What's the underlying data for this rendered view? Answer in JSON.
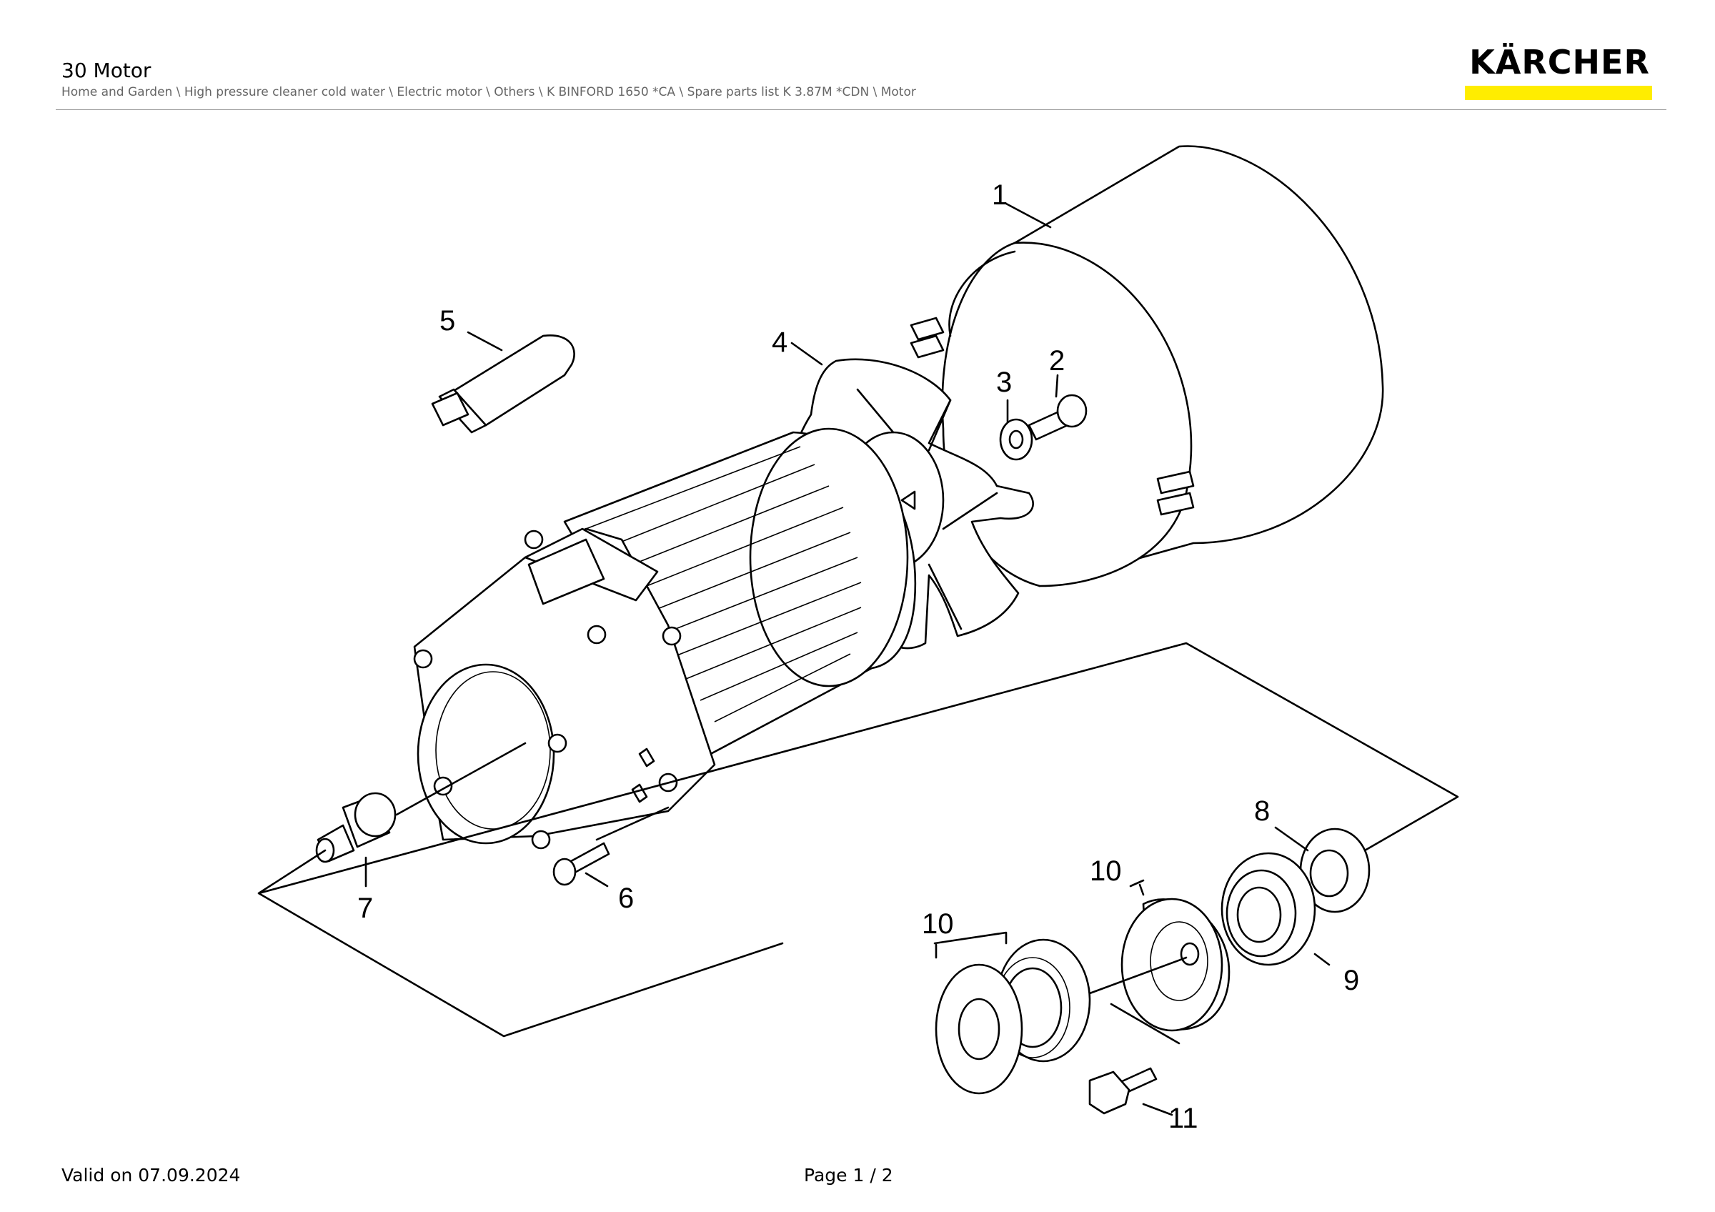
{
  "header": {
    "title": "30 Motor",
    "breadcrumb": "Home and Garden \\ High pressure cleaner cold water \\ Electric motor \\ Others \\ K BINFORD 1650 *CA \\ Spare parts list K 3.87M *CDN \\ Motor"
  },
  "brand": {
    "logo_text": "KÄRCHER",
    "accent": "#ffed00"
  },
  "diagram": {
    "callouts": [
      "1",
      "2",
      "3",
      "4",
      "5",
      "6",
      "7",
      "8",
      "9",
      "10",
      "10",
      "11"
    ]
  },
  "footer": {
    "valid": "Valid on 07.09.2024",
    "page": "Page 1 / 2"
  }
}
